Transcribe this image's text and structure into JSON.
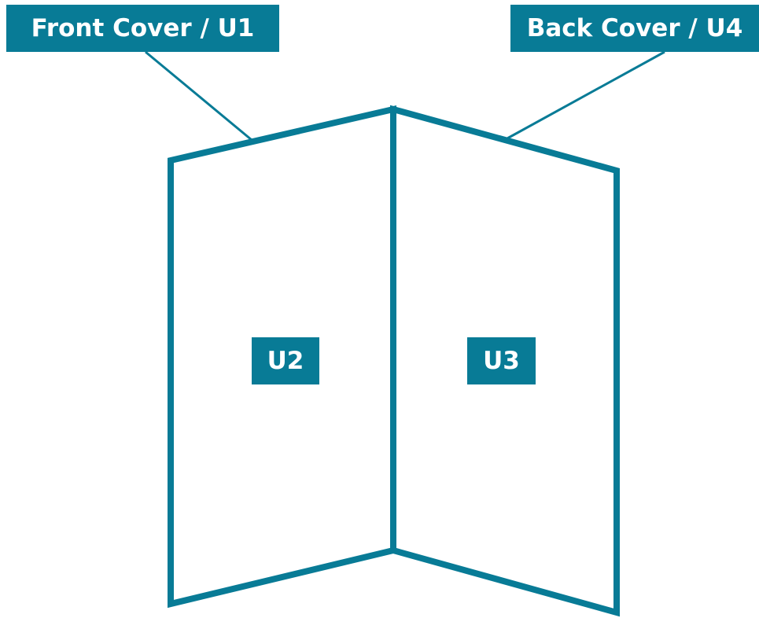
{
  "labels": {
    "front_cover": "Front Cover / U1",
    "back_cover": "Back Cover / U4",
    "inside_left": "U2",
    "inside_right": "U3"
  },
  "colors": {
    "accent": "#087b96",
    "label_text": "#ffffff",
    "background": "#ffffff"
  }
}
